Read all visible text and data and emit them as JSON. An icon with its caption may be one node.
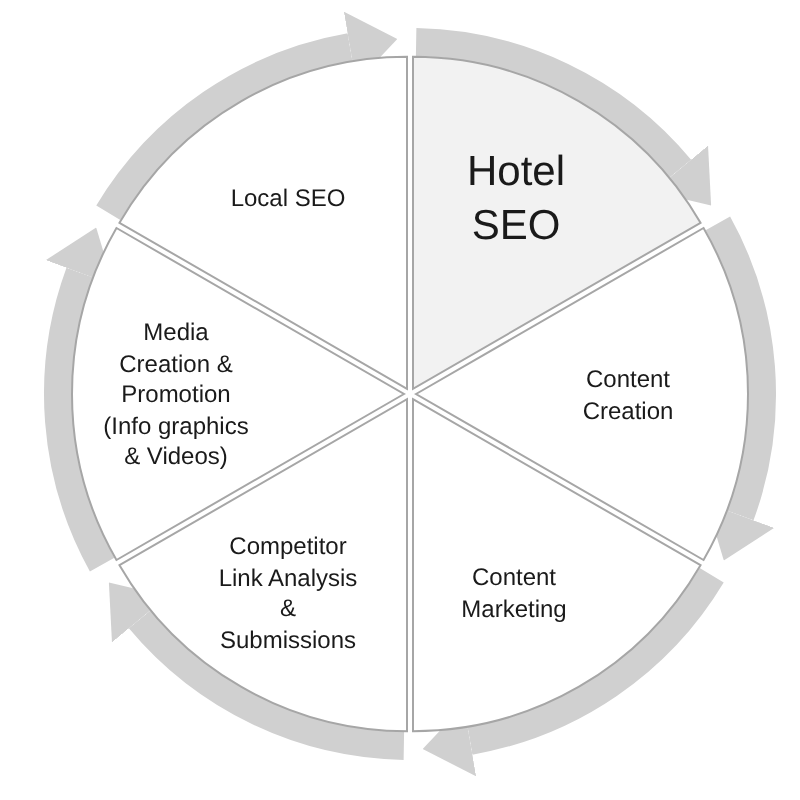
{
  "diagram": {
    "nodes": [
      {
        "text": [
          "Hotel SEO"
        ]
      },
      {
        "text": [
          "Content Creation"
        ]
      },
      {
        "text": [
          "Content Marketing"
        ]
      },
      {
        "text": [
          "Competitor Link Analysis & Submissions"
        ]
      },
      {
        "text": [
          "Media Creation & Promotion (Info graphics & Videos)"
        ]
      },
      {
        "text": [
          "Local SEO"
        ]
      }
    ],
    "edges": [
      {
        "from": 0,
        "to": 1,
        "arrow": "to"
      },
      {
        "from": 1,
        "to": 2,
        "arrow": "to"
      },
      {
        "from": 2,
        "to": 3,
        "arrow": "to"
      },
      {
        "from": 3,
        "to": 4,
        "arrow": "to"
      },
      {
        "from": 4,
        "to": 5,
        "arrow": "to"
      },
      {
        "from": 5,
        "to": 0,
        "arrow": "to"
      }
    ]
  }
}
